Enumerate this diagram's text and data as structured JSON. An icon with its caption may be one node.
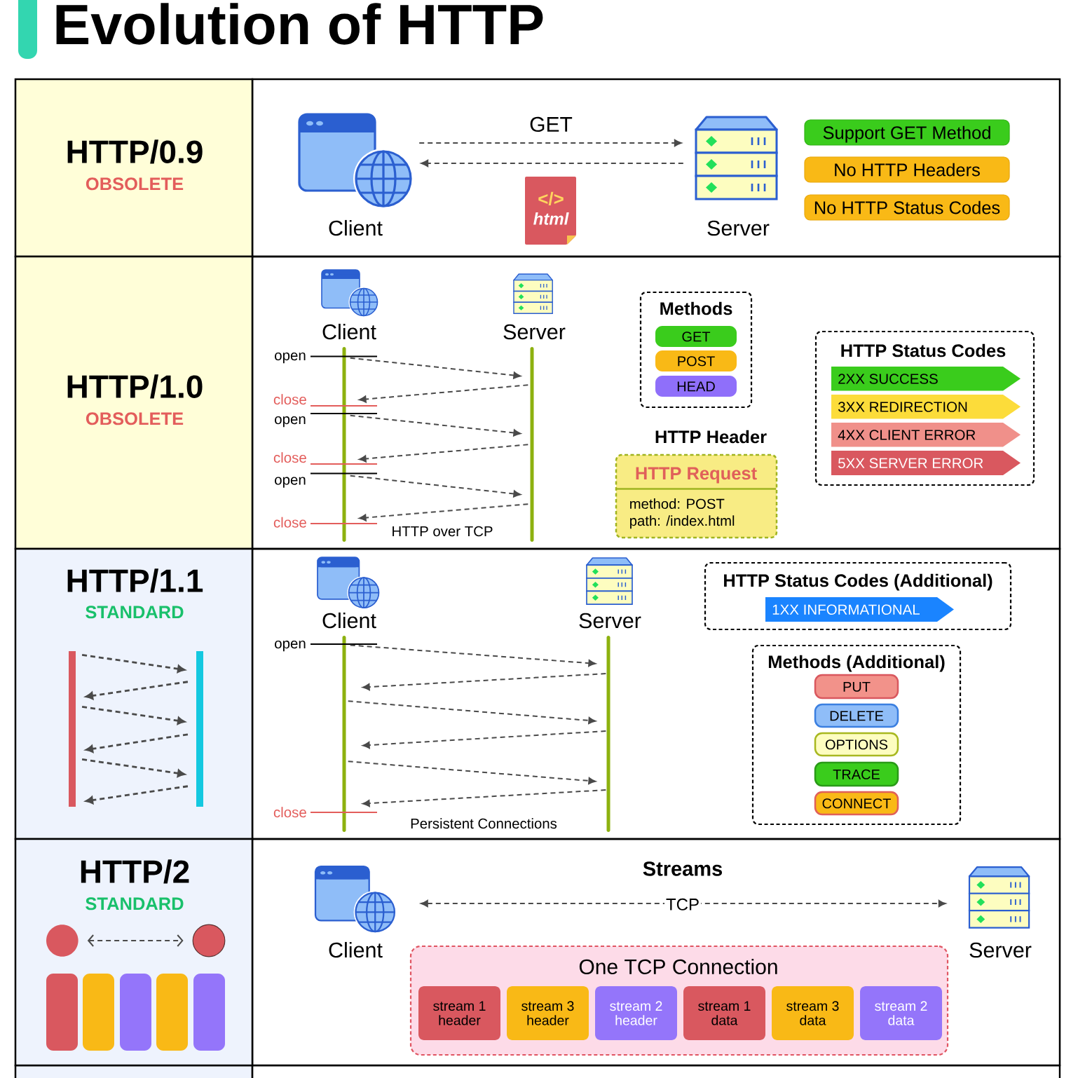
{
  "diagram": {
    "title": "Evolution of HTTP",
    "nodes": [
      {
        "text": [
          "HTTP/0.9",
          "OBSOLETE"
        ]
      },
      {
        "text": [
          "Client"
        ]
      },
      {
        "text": [
          "</>",
          "html"
        ]
      },
      {
        "text": [
          "Server"
        ]
      },
      {
        "text": [
          "Support GET Method"
        ]
      },
      {
        "text": [
          "No HTTP Headers"
        ]
      },
      {
        "text": [
          "No HTTP Status Codes"
        ]
      },
      {
        "text": [
          "HTTP/1.0",
          "OBSOLETE"
        ]
      },
      {
        "text": [
          "Client"
        ]
      },
      {
        "text": [
          "Server"
        ]
      },
      {
        "text": [],
        "shape": "bar"
      },
      {
        "text": [],
        "shape": "bar"
      },
      {
        "text": [
          "Methods"
        ]
      },
      {
        "text": [
          "GET"
        ],
        "in": 12
      },
      {
        "text": [
          "POST"
        ],
        "in": 12
      },
      {
        "text": [
          "HEAD"
        ],
        "in": 12
      },
      {
        "text": [
          "HTTP Header",
          "HTTP Request",
          "method: POST",
          "path: /index.html"
        ]
      },
      {
        "text": [
          "HTTP Status Codes"
        ]
      },
      {
        "text": [
          "2XX SUCCESS"
        ],
        "in": 17
      },
      {
        "text": [
          "3XX REDIRECTION"
        ],
        "in": 17
      },
      {
        "text": [
          "4XX CLIENT ERROR"
        ],
        "in": 17
      },
      {
        "text": [
          "5XX SERVER ERROR"
        ],
        "in": 17
      },
      {
        "text": [
          "HTTP/1.1",
          "STANDARD"
        ]
      },
      {
        "text": [],
        "shape": "bar",
        "in": 22
      },
      {
        "text": [],
        "shape": "bar",
        "in": 22
      },
      {
        "text": [
          "Client"
        ]
      },
      {
        "text": [
          "Server"
        ]
      },
      {
        "text": [],
        "shape": "bar"
      },
      {
        "text": [],
        "shape": "bar"
      },
      {
        "text": [
          "HTTP Status Codes (Additional)"
        ]
      },
      {
        "text": [
          "1XX INFORMATIONAL"
        ],
        "in": 29
      },
      {
        "text": [
          "Methods (Additional)"
        ]
      },
      {
        "text": [
          "PUT"
        ],
        "in": 31
      },
      {
        "text": [
          "DELETE"
        ],
        "in": 31
      },
      {
        "text": [
          "OPTIONS"
        ],
        "in": 31
      },
      {
        "text": [
          "TRACE"
        ],
        "in": 31
      },
      {
        "text": [
          "CONNECT"
        ],
        "in": 31
      },
      {
        "text": [
          "HTTP/2",
          "STANDARD"
        ]
      },
      {
        "text": [],
        "shape": "circle",
        "in": 37
      },
      {
        "text": [],
        "shape": "circle",
        "in": 37
      },
      {
        "text": [],
        "shape": "bar",
        "in": 37
      },
      {
        "text": [],
        "shape": "bar",
        "in": 37
      },
      {
        "text": [],
        "shape": "bar",
        "in": 37
      },
      {
        "text": [],
        "shape": "bar",
        "in": 37
      },
      {
        "text": [],
        "shape": "bar",
        "in": 37
      },
      {
        "text": [
          "Client"
        ]
      },
      {
        "text": [
          "Server"
        ]
      },
      {
        "text": [
          "One TCP Connection"
        ]
      },
      {
        "text": [
          "stream 1 header"
        ],
        "in": 47
      },
      {
        "text": [
          "stream 3 header"
        ],
        "in": 47
      },
      {
        "text": [
          "stream 2 header"
        ],
        "in": 47
      },
      {
        "text": [
          "stream 1 data"
        ],
        "in": 47
      },
      {
        "text": [
          "stream 3 data"
        ],
        "in": 47
      },
      {
        "text": [
          "stream 2 data"
        ],
        "in": 47
      }
    ],
    "edges": [
      {
        "from": 1,
        "to": 3,
        "arrow": "to",
        "style": "dashed",
        "label": "GET"
      },
      {
        "from": 3,
        "to": 1,
        "arrow": "to",
        "style": "dashed"
      },
      {
        "from": 10,
        "to": 11,
        "arrow": "to",
        "style": "dashed"
      },
      {
        "from": 11,
        "to": 10,
        "arrow": "to",
        "style": "dashed"
      },
      {
        "from": 10,
        "to": 11,
        "arrow": "to",
        "style": "dashed"
      },
      {
        "from": 11,
        "to": 10,
        "arrow": "to",
        "style": "dashed"
      },
      {
        "from": 10,
        "to": 11,
        "arrow": "to",
        "style": "dashed"
      },
      {
        "from": 11,
        "to": 10,
        "arrow": "to",
        "style": "dashed"
      },
      {
        "from": 23,
        "to": 24,
        "arrow": "to",
        "style": "dashed"
      },
      {
        "from": 24,
        "to": 23,
        "arrow": "to",
        "style": "dashed"
      },
      {
        "from": 23,
        "to": 24,
        "arrow": "to",
        "style": "dashed"
      },
      {
        "from": 24,
        "to": 23,
        "arrow": "to",
        "style": "dashed"
      },
      {
        "from": 23,
        "to": 24,
        "arrow": "to",
        "style": "dashed"
      },
      {
        "from": 24,
        "to": 23,
        "arrow": "to",
        "style": "dashed"
      },
      {
        "from": 27,
        "to": 28,
        "arrow": "to",
        "style": "dashed"
      },
      {
        "from": 28,
        "to": 27,
        "arrow": "to",
        "style": "dashed"
      },
      {
        "from": 27,
        "to": 28,
        "arrow": "to",
        "style": "dashed"
      },
      {
        "from": 28,
        "to": 27,
        "arrow": "to",
        "style": "dashed"
      },
      {
        "from": 27,
        "to": 28,
        "arrow": "to",
        "style": "dashed"
      },
      {
        "from": 28,
        "to": 27,
        "arrow": "to",
        "style": "dashed"
      },
      {
        "from": 38,
        "to": 39,
        "arrow": "both",
        "style": "dashed"
      },
      {
        "from": 45,
        "to": 46,
        "arrow": "both",
        "style": "dashed",
        "label": "TCP"
      }
    ],
    "labels": [
      "open",
      "close",
      "open",
      "close",
      "open",
      "close",
      "HTTP over TCP",
      "open",
      "close",
      "Persistent Connections",
      "Streams"
    ]
  }
}
